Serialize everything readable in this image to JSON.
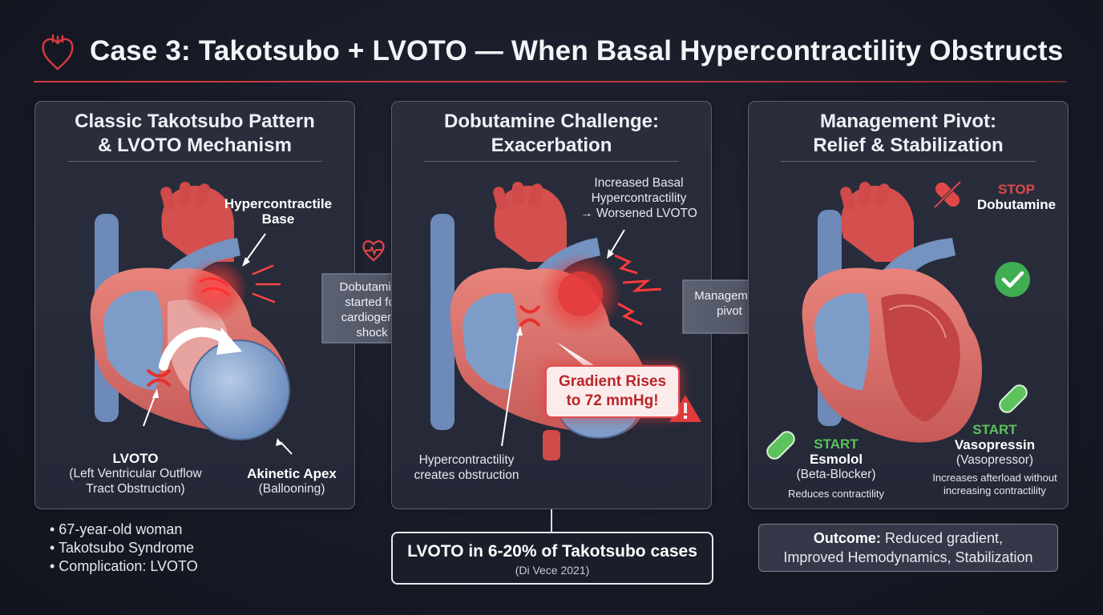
{
  "header": {
    "title": "Case 3: Takotsubo + LVOTO — When Basal Hypercontractility Obstructs",
    "icon": "heart-outline-icon",
    "accent_color": "#d33a3f"
  },
  "panels": [
    {
      "title_line1": "Classic Takotsubo Pattern",
      "title_line2": "& LVOTO Mechanism",
      "labels": {
        "base_line1": "Hypercontractile",
        "base_line2": "Base",
        "lvoto_title": "LVOTO",
        "lvoto_line1": "(Left Ventricular Outflow",
        "lvoto_line2": "Tract Obstruction)",
        "apex_title": "Akinetic Apex",
        "apex_sub": "(Ballooning)"
      }
    },
    {
      "title_line1": "Dobutamine Challenge:",
      "title_line2": "Exacerbation",
      "labels": {
        "basal_line1": "Increased Basal",
        "basal_line2": "Hypercontractility",
        "basal_line3": "→ Worsened LVOTO",
        "gradient_line1": "Gradient Rises",
        "gradient_line2": "to 72 mmHg!",
        "obstruct_line1": "Hypercontractility",
        "obstruct_line2": "creates obstruction"
      }
    },
    {
      "title_line1": "Management Pivot:",
      "title_line2": "Relief & Stabilization",
      "stop": {
        "label": "STOP",
        "drug": "Dobutamine"
      },
      "start_esmolol": {
        "label": "START",
        "drug": "Esmolol",
        "class": "(Beta-Blocker)",
        "effect": "Reduces contractility"
      },
      "start_vaso": {
        "label": "START",
        "drug": "Vasopressin",
        "class": "(Vasopressor)",
        "effect_line1": "Increases afterload without",
        "effect_line2": "increasing contractility"
      },
      "outcome_label": "Outcome:",
      "outcome_line1": "Reduced gradient,",
      "outcome_line2": "Improved Hemodynamics, Stabilization"
    }
  ],
  "arrows": {
    "first_line1": "Dobutamine",
    "first_line2": "started for",
    "first_line3": "cardiogenic",
    "first_line4": "shock",
    "second_line1": "Management",
    "second_line2": "pivot"
  },
  "case_facts": [
    "• 67-year-old woman",
    "• Takotsubo Syndrome",
    "• Complication: LVOTO"
  ],
  "statistic": {
    "main": "LVOTO in 6-20% of Takotsubo cases",
    "citation": "(Di Vece 2021)"
  },
  "colors": {
    "stop_red": "#e04848",
    "start_green": "#5cc25c",
    "vessel_blue": "#6d8ab8",
    "muscle_red": "#d8504e"
  }
}
